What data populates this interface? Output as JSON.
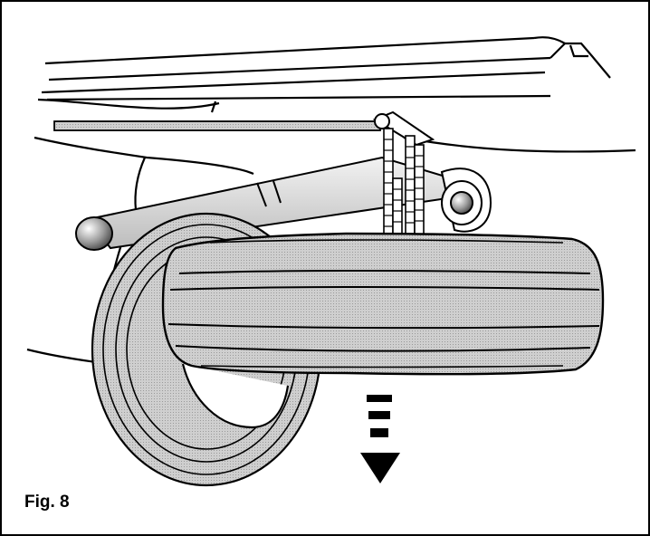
{
  "figure": {
    "caption": "Fig. 8"
  },
  "illustration": {
    "subject": "spare-wheel-lowered-from-underbody-carrier",
    "line_color": "#000000",
    "fill_gray": "#c8c8c8",
    "fill_white": "#ffffff",
    "arrow_direction": "down"
  }
}
